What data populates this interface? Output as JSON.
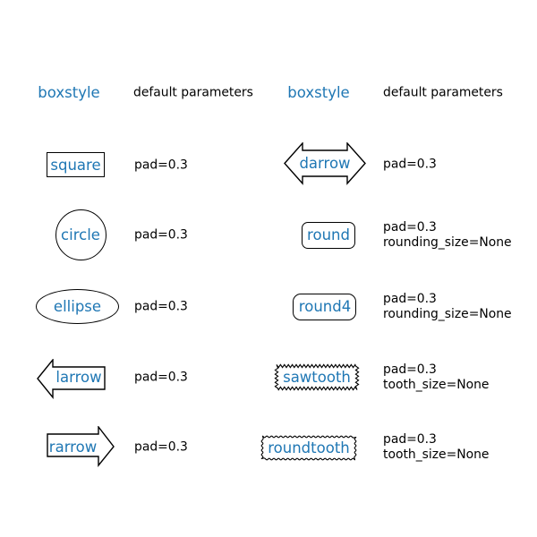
{
  "colors": {
    "accent_blue": "#1f77b4",
    "text_black": "#000000",
    "background": "#ffffff"
  },
  "headers": {
    "left": {
      "boxstyle": "boxstyle",
      "params": "default parameters"
    },
    "right": {
      "boxstyle": "boxstyle",
      "params": "default parameters"
    }
  },
  "items": [
    {
      "label": "square",
      "params": [
        "pad=0.3"
      ]
    },
    {
      "label": "circle",
      "params": [
        "pad=0.3"
      ]
    },
    {
      "label": "ellipse",
      "params": [
        "pad=0.3"
      ]
    },
    {
      "label": "larrow",
      "params": [
        "pad=0.3"
      ]
    },
    {
      "label": "rarrow",
      "params": [
        "pad=0.3"
      ]
    },
    {
      "label": "darrow",
      "params": [
        "pad=0.3"
      ]
    },
    {
      "label": "round",
      "params": [
        "pad=0.3",
        "rounding_size=None"
      ]
    },
    {
      "label": "round4",
      "params": [
        "pad=0.3",
        "rounding_size=None"
      ]
    },
    {
      "label": "sawtooth",
      "params": [
        "pad=0.3",
        "tooth_size=None"
      ]
    },
    {
      "label": "roundtooth",
      "params": [
        "pad=0.3",
        "tooth_size=None"
      ]
    }
  ]
}
